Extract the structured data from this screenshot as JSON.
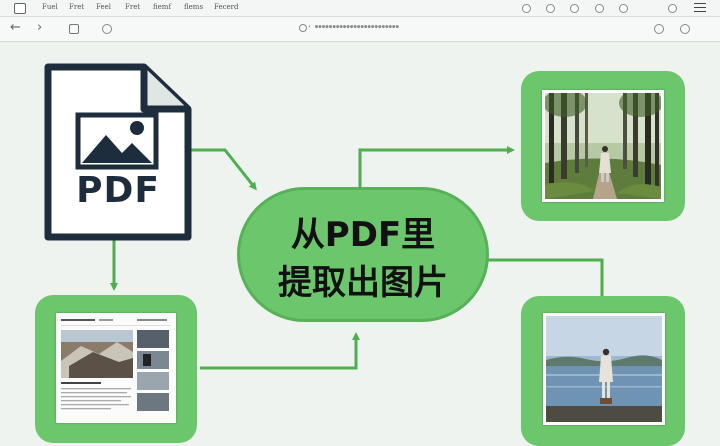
{
  "menubar": {
    "items": [
      "Fuel",
      "Fret",
      "Feel",
      "Fret",
      "fiemf",
      "flems",
      "Fecerd"
    ]
  },
  "toolbar": {
    "back_icon": "arrow-left-icon",
    "forward_icon": "arrow-right-icon",
    "address_text": "• ●●●●●●●●●●●●●●●●●●●●●●●●"
  },
  "diagram": {
    "pdf_label": "PDF",
    "center_line1": "从PDF里",
    "center_line2": "提取出图片",
    "accent_green": "#6cc66c",
    "arrow_green": "#4fae4f",
    "icon_navy": "#1e2d3d"
  }
}
